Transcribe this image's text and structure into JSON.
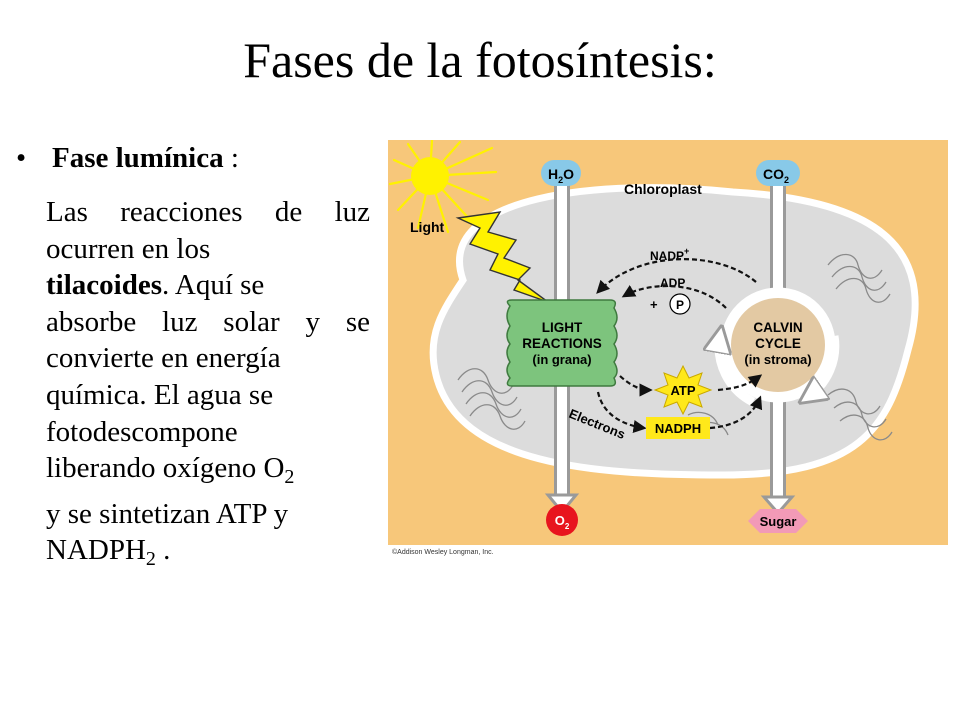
{
  "slide": {
    "title": "Fases de la fotosíntesis:",
    "bullet": {
      "marker": "•",
      "heading": "Fase lumínica",
      "separator": ":"
    },
    "body": {
      "l1": "Las reacciones de luz",
      "l2": "ocurren en los",
      "l3_bold": "tilacoides",
      "l3_rest": ". Aquí se",
      "l4": "absorbe luz solar y se",
      "l5": "convierte en energía",
      "l6": "química. El agua se",
      "l7": "fotodescompone",
      "l8_text": "liberando oxígeno O",
      "l8_sub": "2",
      "l9": "y se sintetizan ATP y",
      "l10_text": "NADPH",
      "l10_sub": "2",
      "l10_end": " ."
    }
  },
  "diagram": {
    "h2o": {
      "main": "H",
      "sub": "2",
      "end": "O"
    },
    "co2": {
      "main": "CO",
      "sub": "2"
    },
    "o2": {
      "main": "O",
      "sub": "2"
    },
    "chloroplast": "Chloroplast",
    "light": "Light",
    "nadp_plus": "NADP",
    "plus_sign": "+",
    "adp": "ADP",
    "adp_plus": "+",
    "p": "P",
    "light_reactions": [
      "LIGHT",
      "REACTIONS",
      "(in grana)"
    ],
    "calvin_cycle": [
      "CALVIN",
      "CYCLE",
      "(in stroma)"
    ],
    "atp": "ATP",
    "nadph": "NADPH",
    "electrons": "Electrons",
    "sugar": "Sugar",
    "copyright": "©Addison Wesley Longman, Inc."
  },
  "colors": {
    "background_orange": "#F7C77A",
    "chloroplast_gray": "#DCDCDC",
    "light_reactions_green": "#7DC47D",
    "calvin_tan": "#E3C9A3",
    "h2o_co2_blue": "#88C9E8",
    "o2_red": "#E8141E",
    "sugar_pink": "#F29AB7",
    "atp_yellow": "#FFE81A",
    "sun_yellow": "#FFF200"
  }
}
